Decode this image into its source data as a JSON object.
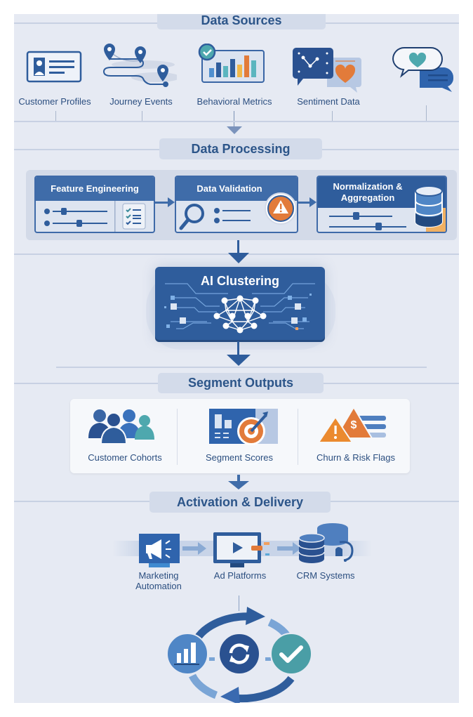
{
  "sections": {
    "data_sources": {
      "title": "Data Sources",
      "items": [
        {
          "label": "Customer Profiles",
          "icon": "id-card-icon"
        },
        {
          "label": "Journey Events",
          "icon": "route-map-pins-icon"
        },
        {
          "label": "Behavioral Metrics",
          "icon": "bar-chart-check-icon"
        },
        {
          "label": "Sentiment Data",
          "icon": "chat-chart-heart-icon"
        },
        {
          "label": "",
          "icon": "chat-bubbles-heart-icon"
        }
      ]
    },
    "data_processing": {
      "title": "Data Processing",
      "steps": [
        {
          "label": "Feature Engineering",
          "icon": "sliders-checklist-icon"
        },
        {
          "label": "Data Validation",
          "icon": "magnifier-warning-icon"
        },
        {
          "label": "Normalization & Aggregation",
          "label_line1": "Normalization &",
          "label_line2": "Aggregation",
          "icon": "database-sliders-icon"
        }
      ]
    },
    "ai_clustering": {
      "title": "AI Clustering",
      "icon": "neural-network-icon"
    },
    "segment_outputs": {
      "title": "Segment Outputs",
      "items": [
        {
          "label": "Customer Cohorts",
          "icon": "people-group-icon"
        },
        {
          "label": "Segment Scores",
          "icon": "target-scoreboard-icon"
        },
        {
          "label": "Churn & Risk Flags",
          "icon": "warning-dollar-icon"
        }
      ]
    },
    "activation": {
      "title": "Activation & Delivery",
      "items": [
        {
          "label": "Marketing Automation",
          "label_line1": "Marketing",
          "label_line2": "Automation",
          "icon": "megaphone-icon"
        },
        {
          "label": "Ad Platforms",
          "icon": "video-monitor-icon"
        },
        {
          "label": "CRM Systems",
          "icon": "database-headset-icon"
        }
      ]
    },
    "feedback_loop": {
      "icons": [
        "bar-chart-icon",
        "refresh-icon",
        "checkmark-icon"
      ]
    }
  },
  "colors": {
    "primary": "#2f5d9c",
    "dark": "#234a80",
    "text": "#2c4f80",
    "orange": "#e27b3a",
    "teal": "#4ea8ae",
    "yellow": "#f2b84a",
    "background": "#e6eaf3"
  }
}
